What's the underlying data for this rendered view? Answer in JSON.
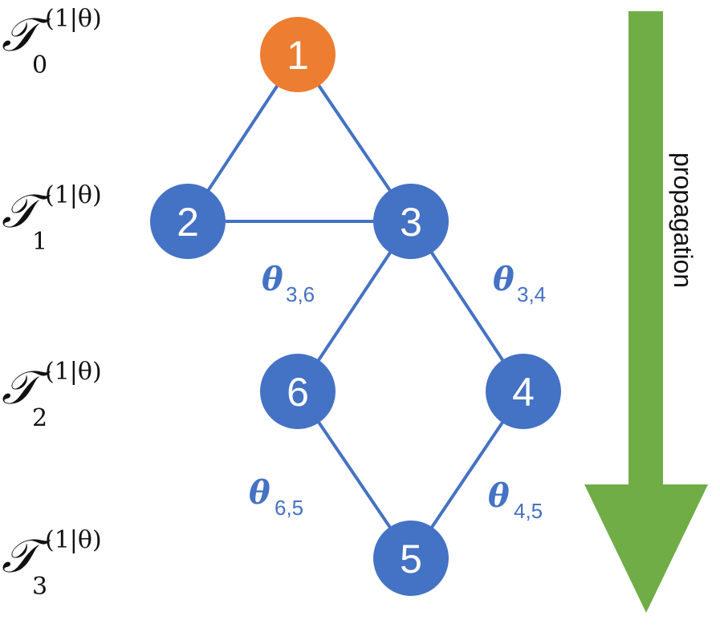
{
  "colors": {
    "edge": "#4472C4",
    "node_default": "#4472C4",
    "node_root": "#ED7D31",
    "node_text": "#FFFFFF",
    "theta_text": "#4472C4",
    "arrow": "#70AD47"
  },
  "tiers": [
    {
      "symbol": "𝒯",
      "sup": "(1|θ)",
      "sub": "0"
    },
    {
      "symbol": "𝒯",
      "sup": "(1|θ)",
      "sub": "1"
    },
    {
      "symbol": "𝒯",
      "sup": "(1|θ)",
      "sub": "2"
    },
    {
      "symbol": "𝒯",
      "sup": "(1|θ)",
      "sub": "3"
    }
  ],
  "nodes": [
    {
      "id": "1",
      "label": "1",
      "root": true
    },
    {
      "id": "2",
      "label": "2",
      "root": false
    },
    {
      "id": "3",
      "label": "3",
      "root": false
    },
    {
      "id": "6",
      "label": "6",
      "root": false
    },
    {
      "id": "4",
      "label": "4",
      "root": false
    },
    {
      "id": "5",
      "label": "5",
      "root": false
    }
  ],
  "edges": [
    {
      "from": "1",
      "to": "2"
    },
    {
      "from": "1",
      "to": "3"
    },
    {
      "from": "2",
      "to": "3"
    },
    {
      "from": "3",
      "to": "6"
    },
    {
      "from": "3",
      "to": "4"
    },
    {
      "from": "6",
      "to": "5"
    },
    {
      "from": "4",
      "to": "5"
    }
  ],
  "edge_labels": [
    {
      "symbol": "θ",
      "sub": "3,6"
    },
    {
      "symbol": "θ",
      "sub": "3,4"
    },
    {
      "symbol": "θ",
      "sub": "6,5"
    },
    {
      "symbol": "θ",
      "sub": "4,5"
    }
  ],
  "arrow_label": "propagation"
}
